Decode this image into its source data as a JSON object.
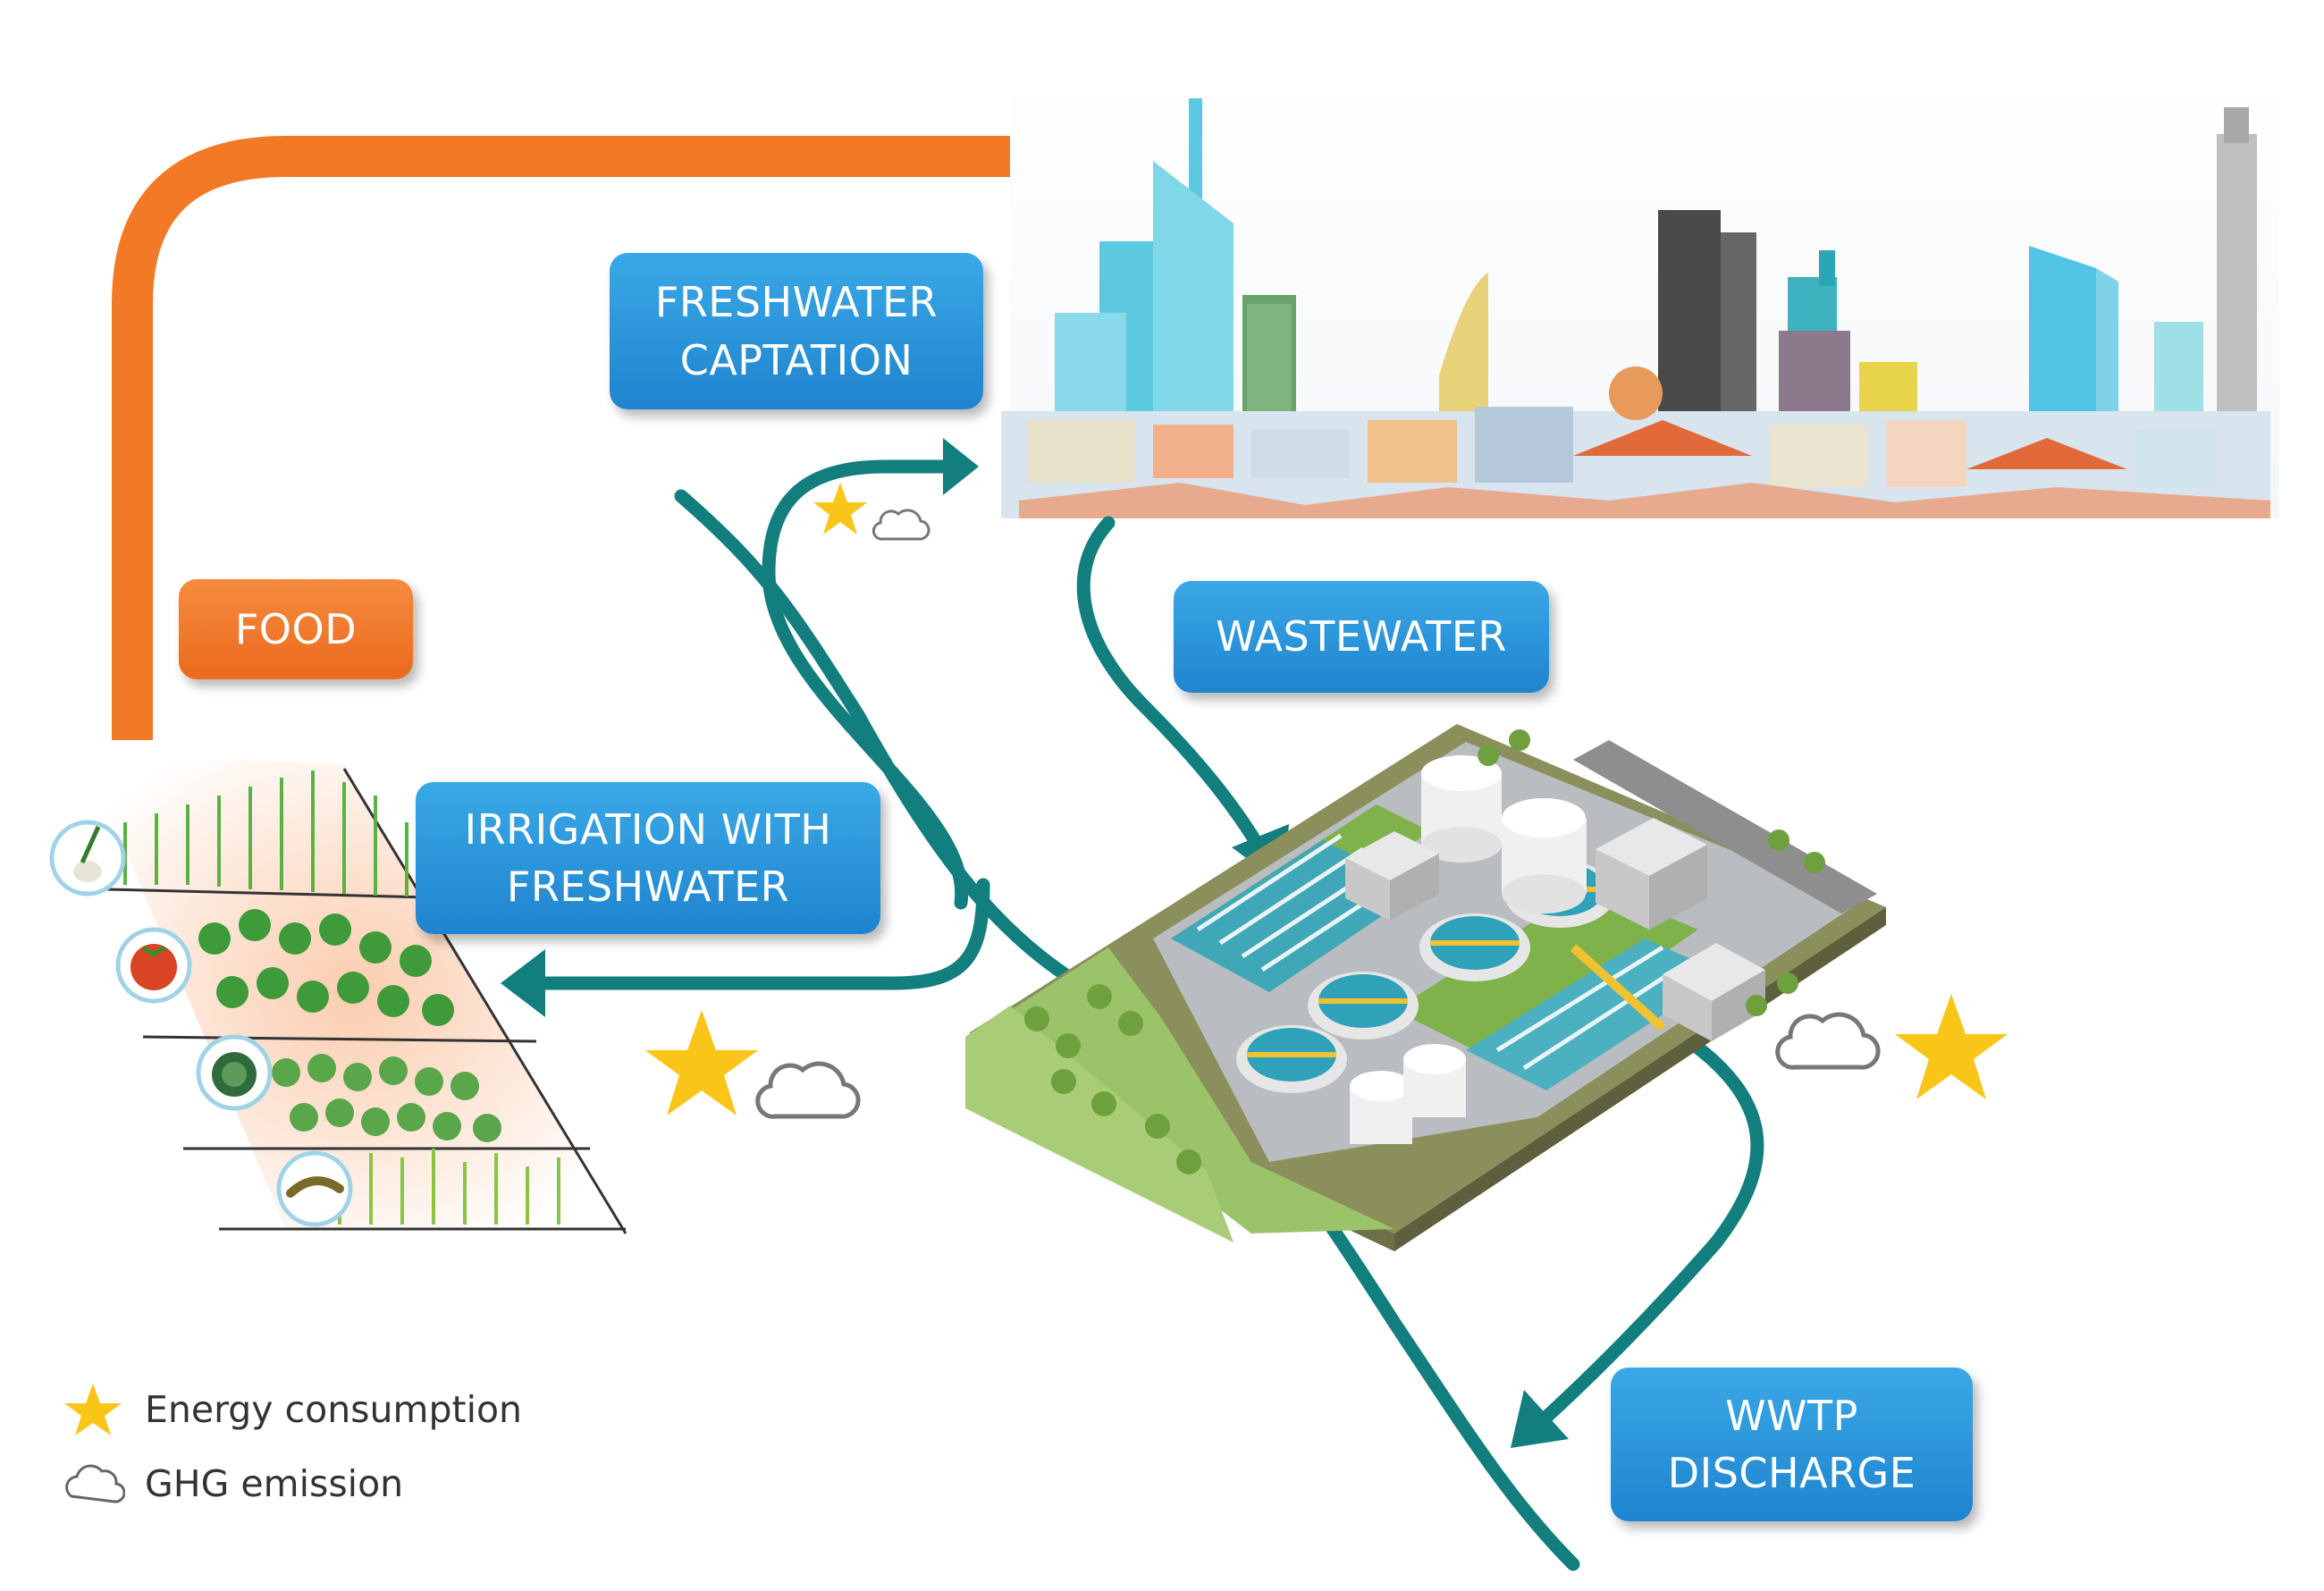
{
  "labels": {
    "freshwater_captation": "FRESHWATER\nCAPTATION",
    "food": "FOOD",
    "wastewater": "WASTEWATER",
    "irrigation": "IRRIGATION WITH\nFRESHWATER",
    "wwtp_discharge": "WWTP\nDISCHARGE"
  },
  "legend": {
    "energy": "Energy consumption",
    "ghg": "GHG emission"
  },
  "colors": {
    "river": "#127e7e",
    "food_arrow": "#f27a26",
    "label_blue": "#2a95db",
    "label_orange": "#ef7326",
    "star": "#f9c518",
    "cloud_stroke": "#777777"
  },
  "icons": {
    "energy": "star-icon",
    "ghg": "cloud-icon",
    "crop_1": "onion-icon",
    "crop_2": "tomato-icon",
    "crop_3": "cabbage-icon",
    "crop_4": "bean-icon"
  }
}
